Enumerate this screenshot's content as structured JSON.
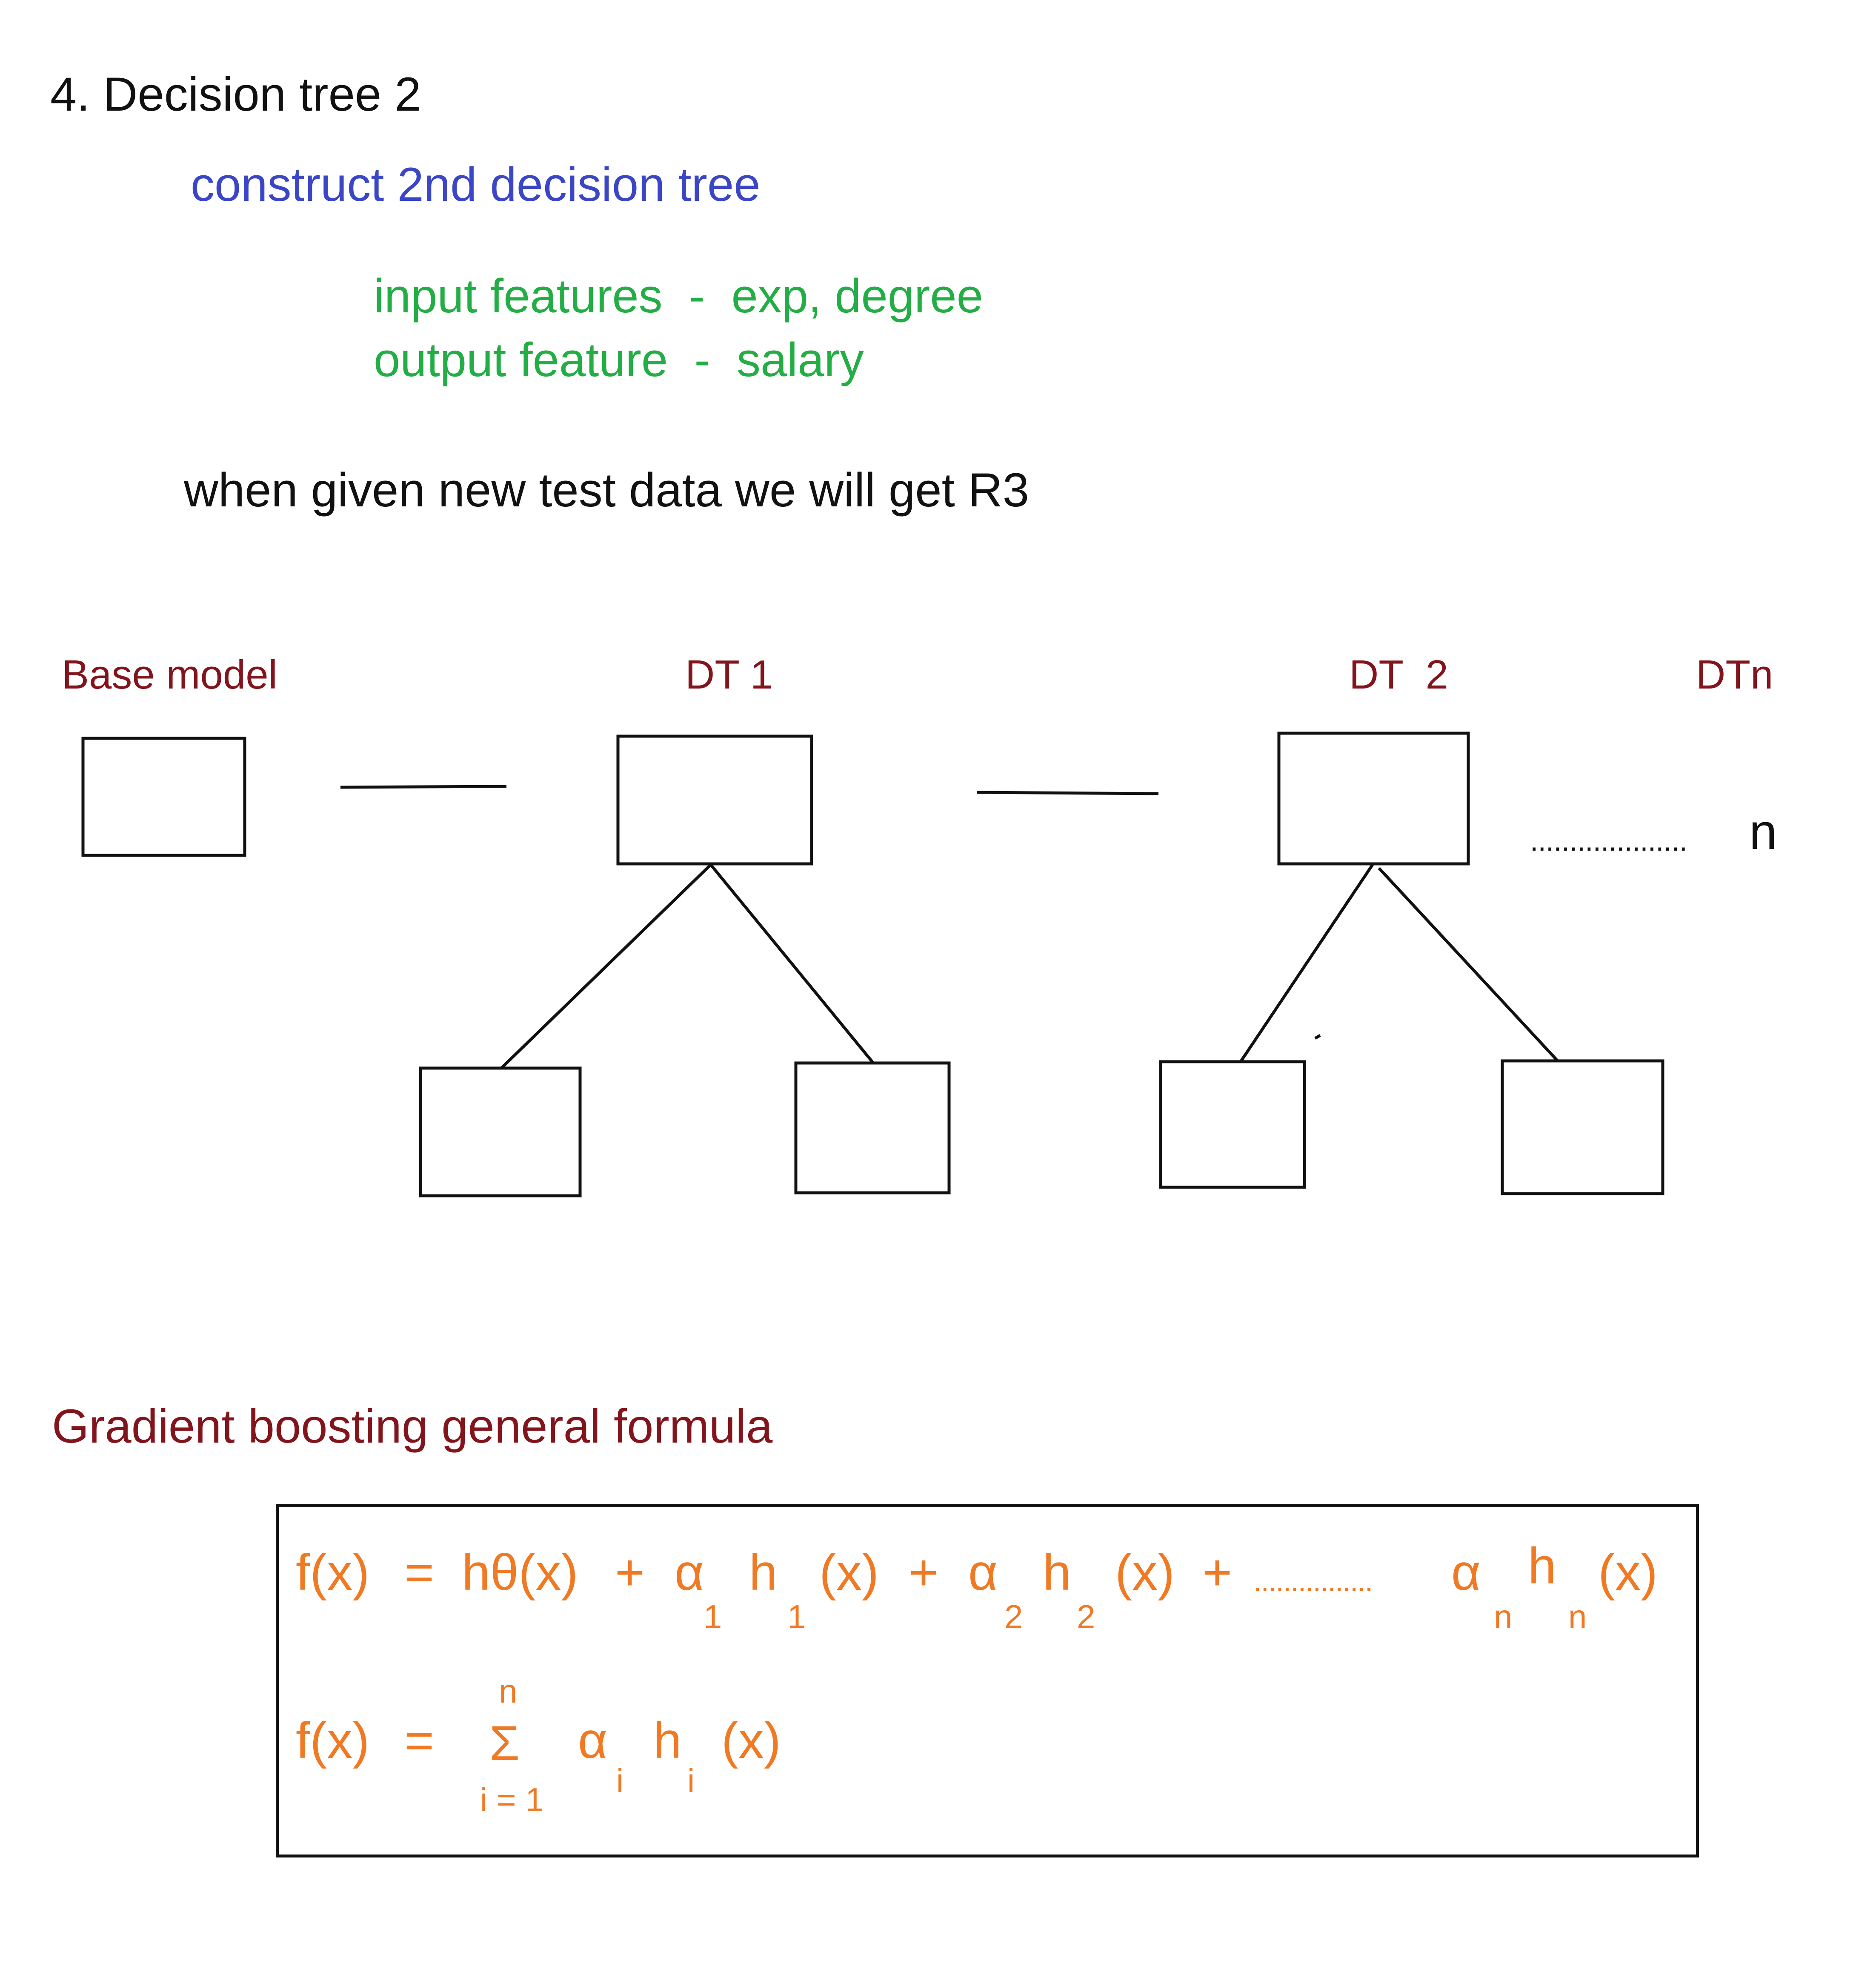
{
  "colors": {
    "black": "#111111",
    "blue": "#3b46c6",
    "green": "#23ad45",
    "maroon": "#82141c",
    "orange": "#f07a24"
  },
  "header": {
    "title": "4. Decision tree 2",
    "step": "construct 2nd decision tree",
    "input_features": "input features  -  exp, degree",
    "output_feature": "output feature  -  salary",
    "note": "when given new test data we will get R3"
  },
  "diagram": {
    "labels": {
      "base_model": "Base model",
      "dt1": "DT 1",
      "dt2": "DT  2",
      "dtn": "DTn"
    },
    "continuation": "....................",
    "continuation_n": "n"
  },
  "formula_section": {
    "title": "Gradient boosting general formula",
    "line1": {
      "lhs": "f(x)",
      "eq": "=",
      "t0": "hθ(x)",
      "plus1": "+",
      "alpha1": "α",
      "alpha1_sub": "1",
      "h1": "h",
      "h1_sub": "1",
      "x1": "(x)",
      "plus2": "+",
      "alpha2": "α",
      "alpha2_sub": "2",
      "h2": "h",
      "h2_sub": "2",
      "x2": "(x)",
      "plus3": "+",
      "dots": "................",
      "alphan": "α",
      "alphan_sub": "n",
      "hn": "h",
      "hn_sub": "n",
      "xn": "(x)"
    },
    "line2": {
      "lhs": "f(x)",
      "eq": "=",
      "upper": "n",
      "sigma": "Σ",
      "lower": "i = 1",
      "alpha": "α",
      "alpha_sub": "i",
      "h": "h",
      "h_sub": "i",
      "x": "(x)"
    }
  }
}
